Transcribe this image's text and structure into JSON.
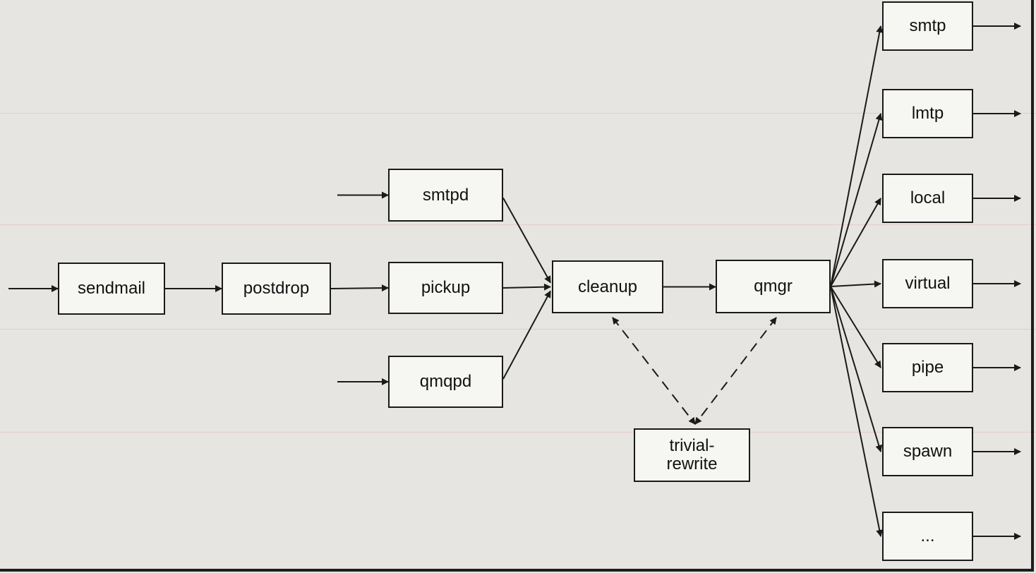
{
  "diagram": {
    "nodes": [
      {
        "id": "sendmail",
        "label": "sendmail"
      },
      {
        "id": "postdrop",
        "label": "postdrop"
      },
      {
        "id": "smtpd",
        "label": "smtpd"
      },
      {
        "id": "pickup",
        "label": "pickup"
      },
      {
        "id": "qmqpd",
        "label": "qmqpd"
      },
      {
        "id": "cleanup",
        "label": "cleanup"
      },
      {
        "id": "qmgr",
        "label": "qmgr"
      },
      {
        "id": "trivial_rewrite",
        "label": "trivial-\nrewrite"
      },
      {
        "id": "smtp",
        "label": "smtp"
      },
      {
        "id": "lmtp",
        "label": "lmtp"
      },
      {
        "id": "local",
        "label": "local"
      },
      {
        "id": "virtual",
        "label": "virtual"
      },
      {
        "id": "pipe",
        "label": "pipe"
      },
      {
        "id": "spawn",
        "label": "spawn"
      },
      {
        "id": "more",
        "label": "..."
      }
    ],
    "edges": [
      {
        "from": "",
        "to": "sendmail",
        "style": "solid"
      },
      {
        "from": "",
        "to": "smtpd",
        "style": "solid"
      },
      {
        "from": "",
        "to": "qmqpd",
        "style": "solid"
      },
      {
        "from": "sendmail",
        "to": "postdrop",
        "style": "solid"
      },
      {
        "from": "postdrop",
        "to": "pickup",
        "style": "solid"
      },
      {
        "from": "smtpd",
        "to": "cleanup",
        "style": "solid"
      },
      {
        "from": "pickup",
        "to": "cleanup",
        "style": "solid"
      },
      {
        "from": "qmqpd",
        "to": "cleanup",
        "style": "solid"
      },
      {
        "from": "cleanup",
        "to": "qmgr",
        "style": "solid"
      },
      {
        "from": "cleanup",
        "to": "trivial_rewrite",
        "style": "dashed-bidirectional"
      },
      {
        "from": "qmgr",
        "to": "trivial_rewrite",
        "style": "dashed-bidirectional"
      },
      {
        "from": "qmgr",
        "to": "smtp",
        "style": "solid"
      },
      {
        "from": "qmgr",
        "to": "lmtp",
        "style": "solid"
      },
      {
        "from": "qmgr",
        "to": "local",
        "style": "solid"
      },
      {
        "from": "qmgr",
        "to": "virtual",
        "style": "solid"
      },
      {
        "from": "qmgr",
        "to": "pipe",
        "style": "solid"
      },
      {
        "from": "qmgr",
        "to": "spawn",
        "style": "solid"
      },
      {
        "from": "qmgr",
        "to": "more",
        "style": "solid"
      },
      {
        "from": "smtp",
        "to": "",
        "style": "solid"
      },
      {
        "from": "lmtp",
        "to": "",
        "style": "solid"
      },
      {
        "from": "local",
        "to": "",
        "style": "solid"
      },
      {
        "from": "virtual",
        "to": "",
        "style": "solid"
      },
      {
        "from": "pipe",
        "to": "",
        "style": "solid"
      },
      {
        "from": "spawn",
        "to": "",
        "style": "solid"
      },
      {
        "from": "more",
        "to": "",
        "style": "solid"
      }
    ]
  },
  "colors": {
    "box_border": "#1a1a1a",
    "box_fill": "#f6f6f3",
    "arrow": "#1a1a1a",
    "background": "#e6e5e1"
  }
}
